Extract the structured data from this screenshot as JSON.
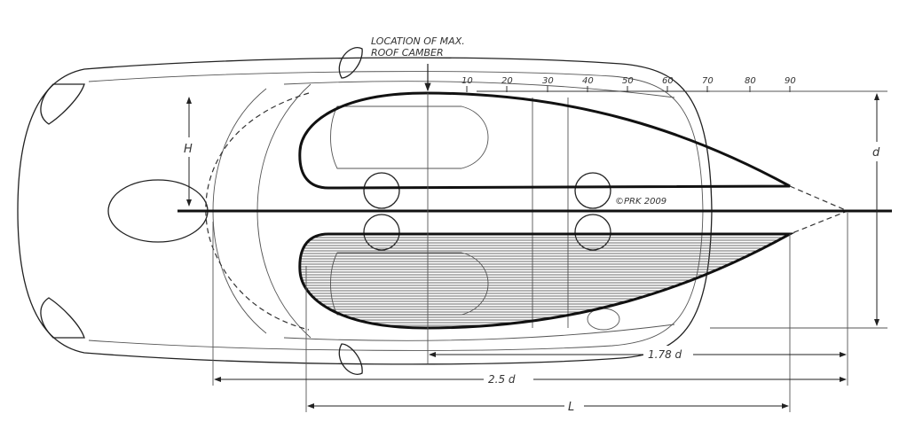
{
  "annotation": {
    "line1": "LOCATION OF MAX.",
    "line2": "ROOF CAMBER"
  },
  "scale_ticks": [
    "10",
    "20",
    "30",
    "40",
    "50",
    "60",
    "70",
    "80",
    "90"
  ],
  "labels": {
    "H": "H",
    "d": "d",
    "copyright": "©PRK 2009",
    "dim_178d": "1.78 d",
    "dim_25d": "2.5 d",
    "dim_L": "L"
  }
}
